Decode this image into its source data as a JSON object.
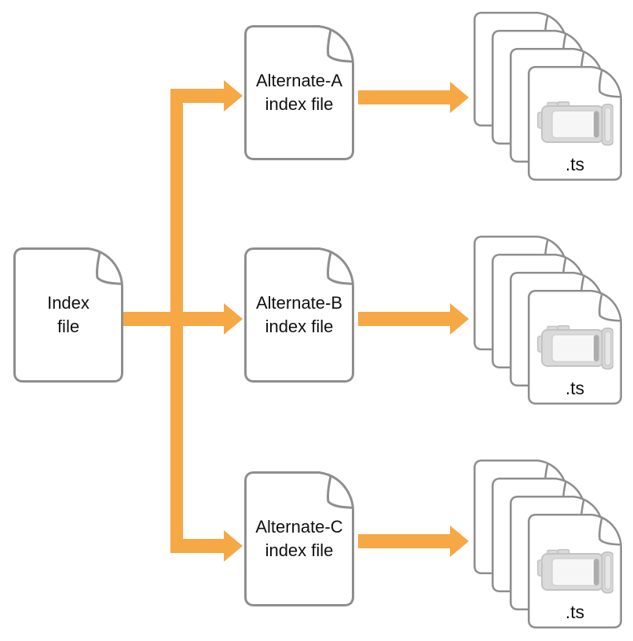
{
  "diagram": {
    "type": "flow-diagram",
    "arrow_color": "#F6A845",
    "node_border_color": "#8E8E8E",
    "node_fill_color": "#FFFFFF",
    "icon_gray_color": "#DADADA",
    "text_color": "#111111",
    "nodes": {
      "index_file": {
        "lines": [
          "Index",
          "file"
        ]
      },
      "alternate_a": {
        "lines": [
          "Alternate-A",
          "index file"
        ]
      },
      "alternate_b": {
        "lines": [
          "Alternate-B",
          "index file"
        ]
      },
      "alternate_c": {
        "lines": [
          "Alternate-C",
          "index file"
        ]
      },
      "segments_a": {
        "label": ".ts",
        "icon": "video-camera-icon",
        "stack_count": 4
      },
      "segments_b": {
        "label": ".ts",
        "icon": "video-camera-icon",
        "stack_count": 4
      },
      "segments_c": {
        "label": ".ts",
        "icon": "video-camera-icon",
        "stack_count": 4
      }
    },
    "edges": [
      {
        "from": "index_file",
        "to": "alternate_a"
      },
      {
        "from": "index_file",
        "to": "alternate_b"
      },
      {
        "from": "index_file",
        "to": "alternate_c"
      },
      {
        "from": "alternate_a",
        "to": "segments_a"
      },
      {
        "from": "alternate_b",
        "to": "segments_b"
      },
      {
        "from": "alternate_c",
        "to": "segments_c"
      }
    ]
  }
}
